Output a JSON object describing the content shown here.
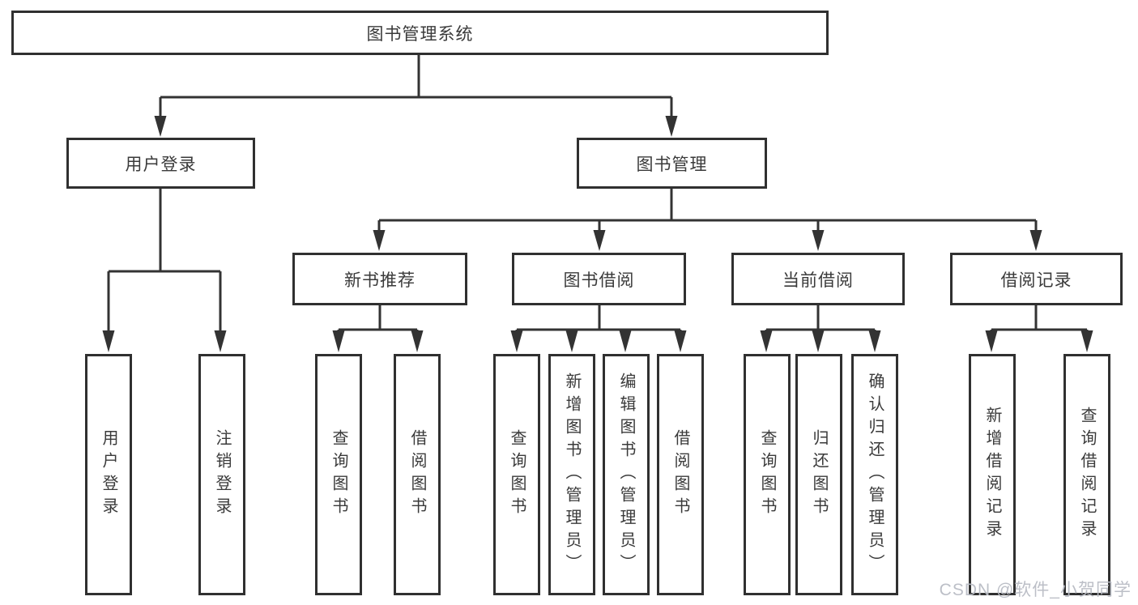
{
  "tree": {
    "root": "图书管理系统",
    "branches": [
      {
        "label": "用户登录",
        "children": [
          "用户登录",
          "注销登录"
        ]
      },
      {
        "label": "图书管理",
        "sections": [
          {
            "label": "新书推荐",
            "children": [
              "查询图书",
              "借阅图书"
            ]
          },
          {
            "label": "图书借阅",
            "children": [
              "查询图书",
              "新增图书（管理员）",
              "编辑图书（管理员）",
              "借阅图书"
            ]
          },
          {
            "label": "当前借阅",
            "children": [
              "查询图书",
              "归还图书",
              "确认归还（管理员）"
            ]
          },
          {
            "label": "借阅记录",
            "children": [
              "新增借阅记录",
              "查询借阅记录"
            ]
          }
        ]
      }
    ]
  },
  "watermark": "CSDN @软件_小贺同学",
  "colors": {
    "line": "#333333",
    "box_border": "#303030",
    "text": "#3a3a3a",
    "background": "#ffffff",
    "watermark": "#b8bcc4"
  }
}
